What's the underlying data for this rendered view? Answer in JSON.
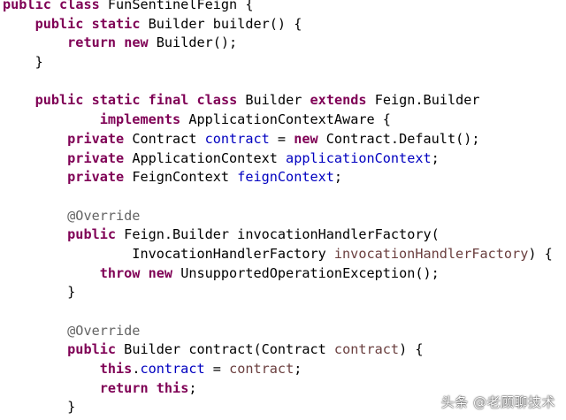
{
  "colors": {
    "keyword": "#7f0055",
    "field": "#0000c0",
    "parameter": "#6a3e3e",
    "annotation": "#646464",
    "text": "#000000",
    "background": "#ffffff"
  },
  "code": {
    "lines": [
      [
        {
          "t": "public",
          "c": "kw"
        },
        {
          "t": " ",
          "c": "txt"
        },
        {
          "t": "class",
          "c": "kw"
        },
        {
          "t": " FunSentinelFeign {",
          "c": "txt"
        }
      ],
      [
        {
          "t": "    ",
          "c": "txt"
        },
        {
          "t": "public",
          "c": "kw"
        },
        {
          "t": " ",
          "c": "txt"
        },
        {
          "t": "static",
          "c": "kw"
        },
        {
          "t": " Builder builder() {",
          "c": "txt"
        }
      ],
      [
        {
          "t": "        ",
          "c": "txt"
        },
        {
          "t": "return",
          "c": "kw"
        },
        {
          "t": " ",
          "c": "txt"
        },
        {
          "t": "new",
          "c": "kw"
        },
        {
          "t": " Builder();",
          "c": "txt"
        }
      ],
      [
        {
          "t": "    }",
          "c": "txt"
        }
      ],
      [
        {
          "t": "",
          "c": "txt"
        }
      ],
      [
        {
          "t": "    ",
          "c": "txt"
        },
        {
          "t": "public",
          "c": "kw"
        },
        {
          "t": " ",
          "c": "txt"
        },
        {
          "t": "static",
          "c": "kw"
        },
        {
          "t": " ",
          "c": "txt"
        },
        {
          "t": "final",
          "c": "kw"
        },
        {
          "t": " ",
          "c": "txt"
        },
        {
          "t": "class",
          "c": "kw"
        },
        {
          "t": " Builder ",
          "c": "txt"
        },
        {
          "t": "extends",
          "c": "kw"
        },
        {
          "t": " Feign.Builder",
          "c": "txt"
        }
      ],
      [
        {
          "t": "            ",
          "c": "txt"
        },
        {
          "t": "implements",
          "c": "kw"
        },
        {
          "t": " ApplicationContextAware {",
          "c": "txt"
        }
      ],
      [
        {
          "t": "        ",
          "c": "txt"
        },
        {
          "t": "private",
          "c": "kw"
        },
        {
          "t": " Contract ",
          "c": "txt"
        },
        {
          "t": "contract",
          "c": "fld"
        },
        {
          "t": " = ",
          "c": "txt"
        },
        {
          "t": "new",
          "c": "kw"
        },
        {
          "t": " Contract.Default();",
          "c": "txt"
        }
      ],
      [
        {
          "t": "        ",
          "c": "txt"
        },
        {
          "t": "private",
          "c": "kw"
        },
        {
          "t": " ApplicationContext ",
          "c": "txt"
        },
        {
          "t": "applicationContext",
          "c": "fld"
        },
        {
          "t": ";",
          "c": "txt"
        }
      ],
      [
        {
          "t": "        ",
          "c": "txt"
        },
        {
          "t": "private",
          "c": "kw"
        },
        {
          "t": " FeignContext ",
          "c": "txt"
        },
        {
          "t": "feignContext",
          "c": "fld"
        },
        {
          "t": ";",
          "c": "txt"
        }
      ],
      [
        {
          "t": "",
          "c": "txt"
        }
      ],
      [
        {
          "t": "        ",
          "c": "txt"
        },
        {
          "t": "@Override",
          "c": "ann"
        }
      ],
      [
        {
          "t": "        ",
          "c": "txt"
        },
        {
          "t": "public",
          "c": "kw"
        },
        {
          "t": " Feign.Builder invocationHandlerFactory(",
          "c": "txt"
        }
      ],
      [
        {
          "t": "                InvocationHandlerFactory ",
          "c": "txt"
        },
        {
          "t": "invocationHandlerFactory",
          "c": "prm"
        },
        {
          "t": ") {",
          "c": "txt"
        }
      ],
      [
        {
          "t": "            ",
          "c": "txt"
        },
        {
          "t": "throw",
          "c": "kw"
        },
        {
          "t": " ",
          "c": "txt"
        },
        {
          "t": "new",
          "c": "kw"
        },
        {
          "t": " UnsupportedOperationException();",
          "c": "txt"
        }
      ],
      [
        {
          "t": "        }",
          "c": "txt"
        }
      ],
      [
        {
          "t": "",
          "c": "txt"
        }
      ],
      [
        {
          "t": "        ",
          "c": "txt"
        },
        {
          "t": "@Override",
          "c": "ann"
        }
      ],
      [
        {
          "t": "        ",
          "c": "txt"
        },
        {
          "t": "public",
          "c": "kw"
        },
        {
          "t": " Builder contract(Contract ",
          "c": "txt"
        },
        {
          "t": "contract",
          "c": "prm"
        },
        {
          "t": ") {",
          "c": "txt"
        }
      ],
      [
        {
          "t": "            ",
          "c": "txt"
        },
        {
          "t": "this",
          "c": "kw"
        },
        {
          "t": ".",
          "c": "txt"
        },
        {
          "t": "contract",
          "c": "fld"
        },
        {
          "t": " = ",
          "c": "txt"
        },
        {
          "t": "contract",
          "c": "prm"
        },
        {
          "t": ";",
          "c": "txt"
        }
      ],
      [
        {
          "t": "            ",
          "c": "txt"
        },
        {
          "t": "return",
          "c": "kw"
        },
        {
          "t": " ",
          "c": "txt"
        },
        {
          "t": "this",
          "c": "kw"
        },
        {
          "t": ";",
          "c": "txt"
        }
      ],
      [
        {
          "t": "        }",
          "c": "txt"
        }
      ]
    ]
  },
  "watermark": {
    "text": "头条 @老顾聊技术"
  }
}
